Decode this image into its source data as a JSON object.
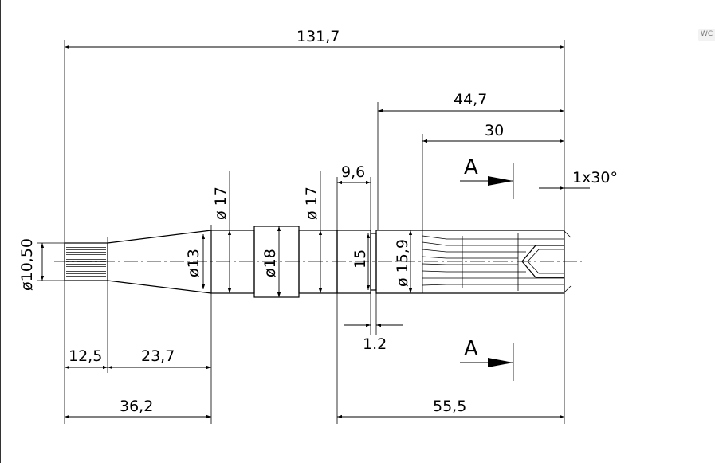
{
  "drawing": {
    "dimensions": {
      "overall_length": "131,7",
      "spline_section_length": "44,7",
      "spline_length": "30",
      "collar_width": "9,6",
      "groove_width": "1.2",
      "thread_length": "12,5",
      "taper_length": "23,7",
      "to_first_bearing": "36,2",
      "right_section_length": "55,5",
      "chamfer": "1x30°"
    },
    "diameters": {
      "thread": "ø10,50",
      "taper_end": "ø13",
      "bearing_left": "ø 17",
      "center": "ø18",
      "bearing_right": "ø 17",
      "groove": "15",
      "spline": "ø 15,9"
    },
    "section_marks": {
      "top": "A",
      "bottom": "A"
    }
  },
  "corner_tag": "WC"
}
